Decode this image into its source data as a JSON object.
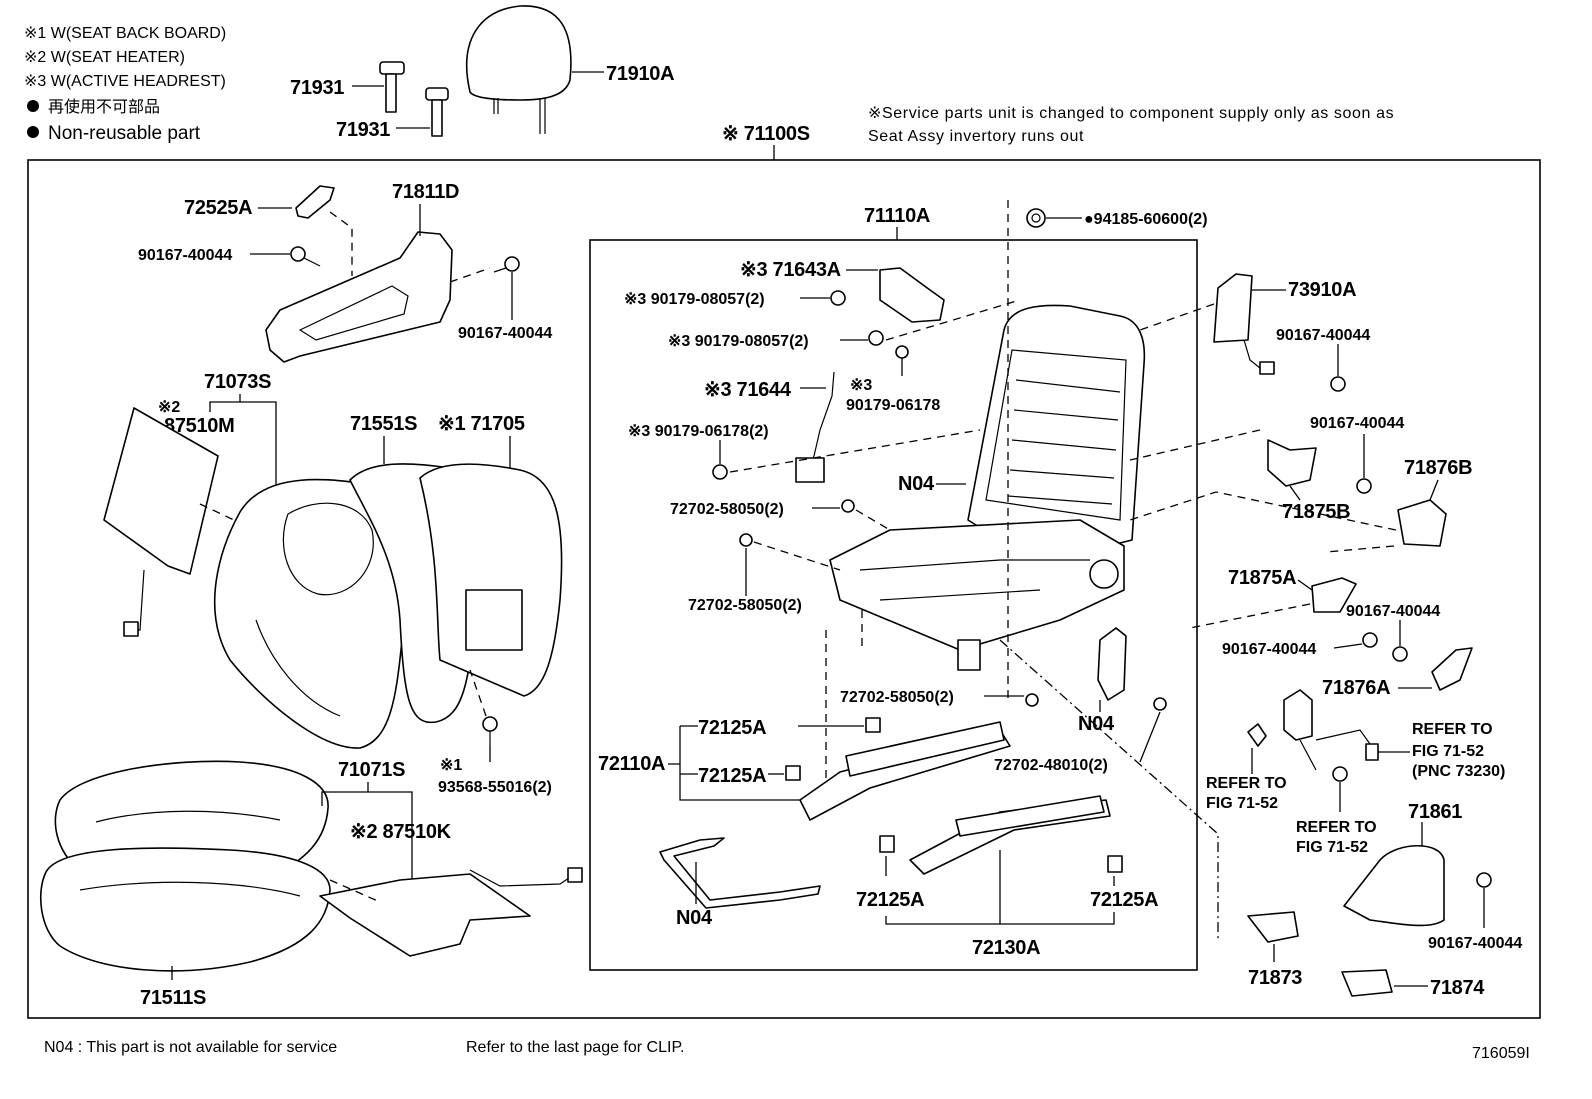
{
  "legend": {
    "note1": "※1 W(SEAT BACK BOARD)",
    "note2": "※2 W(SEAT HEATER)",
    "note3": "※3 W(ACTIVE HEADREST)",
    "nonreusable_jp": "再使用不可部品",
    "nonreusable_en": "Non-reusable part"
  },
  "service_note": {
    "line1": "※Service parts unit is changed to component supply only as soon as",
    "line2": "Seat Assy invertory runs out"
  },
  "assembly_label": "※ 71100S",
  "frame_label": "71110A",
  "parts": {
    "p71910A": "71910A",
    "p71931a": "71931",
    "p71931b": "71931",
    "p72525A": "72525A",
    "p71811D": "71811D",
    "p90167_tl": "90167-40044",
    "p90167_tr": "90167-40044",
    "p71073S": "71073S",
    "p87510M_mark": "※2",
    "p87510M": "87510M",
    "p71551S": "71551S",
    "p71705": "※1 71705",
    "p93568_mark": "※1",
    "p93568": "93568-55016(2)",
    "p71071S": "71071S",
    "p87510K": "※2 87510K",
    "p71511S": "71511S",
    "p71643A": "※3 71643A",
    "p90179_a": "※3 90179-08057(2)",
    "p90179_b": "※3 90179-08057(2)",
    "p71644": "※3 71644",
    "p90179_06178_mark": "※3",
    "p90179_06178": "90179-06178",
    "p90179_c": "※3 90179-06178(2)",
    "p72702_a": "72702-58050(2)",
    "p72702_b": "72702-58050(2)",
    "p72702_c": "72702-58050(2)",
    "p72702_48010": "72702-48010(2)",
    "p94185": "●94185-60600(2)",
    "pN04_a": "N04",
    "pN04_b": "N04",
    "pN04_c": "N04",
    "p72125A_a": "72125A",
    "p72125A_b": "72125A",
    "p72125A_c": "72125A",
    "p72125A_d": "72125A",
    "p72110A": "72110A",
    "p72130A": "72130A",
    "p73910A": "73910A",
    "p90167_r1": "90167-40044",
    "p90167_r2": "90167-40044",
    "p71875B": "71875B",
    "p71876B": "71876B",
    "p71875A": "71875A",
    "p90167_r3": "90167-40044",
    "p90167_r4": "90167-40044",
    "p71876A": "71876A",
    "p71861": "71861",
    "p90167_r5": "90167-40044",
    "p71873": "71873",
    "p71874": "71874"
  },
  "refer": {
    "r1_line1": "REFER TO",
    "r1_line2": "FIG 71-52",
    "r2_line1": "REFER TO",
    "r2_line2": "FIG 71-52",
    "r3_line1": "REFER TO",
    "r3_line2": "FIG 71-52",
    "r3_line3": "(PNC 73230)"
  },
  "footer": {
    "n04_note": "N04 : This part is not available for service",
    "clip_note": "Refer to the last page for CLIP.",
    "figure_id": "716059I"
  }
}
